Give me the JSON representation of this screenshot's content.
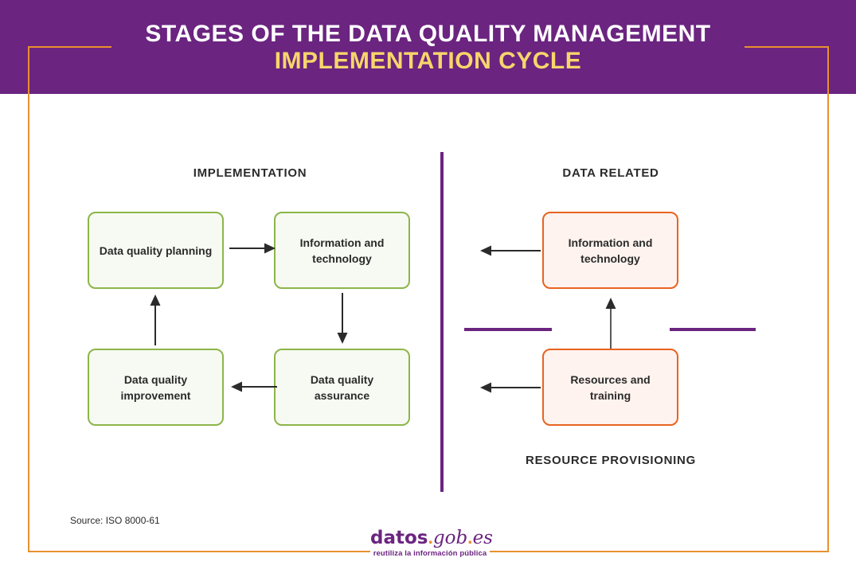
{
  "header": {
    "title_line_1": "STAGES OF THE DATA QUALITY MANAGEMENT",
    "title_line_2": "IMPLEMENTATION CYCLE",
    "band_color": "#6B2480",
    "title_line_1_color": "#FFFFFF",
    "title_line_2_color": "#F7D66A"
  },
  "frame": {
    "color": "#E8912F"
  },
  "sections": {
    "implementation_heading": "IMPLEMENTATION",
    "data_related_heading": "DATA RELATED",
    "resource_provisioning_heading": "RESOURCE PROVISIONING"
  },
  "divider": {
    "color": "#6B2480"
  },
  "boxes": {
    "green_border": "#8CB54A",
    "green_fill": "#F7FAF2",
    "orange_border": "#E8631F",
    "orange_fill": "#FEF3EE",
    "implementation": [
      {
        "id": "data-quality-planning",
        "label": "Data quality planning"
      },
      {
        "id": "information-and-technology",
        "label": "Information and technology"
      },
      {
        "id": "data-quality-improvement",
        "label": "Data quality improvement"
      },
      {
        "id": "data-quality-assurance",
        "label": "Data quality assurance"
      }
    ],
    "data_related": [
      {
        "id": "information-and-technology",
        "label": "Information and technology"
      },
      {
        "id": "resources-and-training",
        "label": "Resources and training"
      }
    ]
  },
  "arrows": {
    "color": "#2B2B2B",
    "flows": [
      {
        "from": "data-quality-planning",
        "to": "information-and-technology",
        "direction": "right"
      },
      {
        "from": "information-and-technology",
        "to": "data-quality-assurance",
        "direction": "down"
      },
      {
        "from": "data-quality-assurance",
        "to": "data-quality-improvement",
        "direction": "left"
      },
      {
        "from": "data-quality-improvement",
        "to": "data-quality-planning",
        "direction": "up"
      },
      {
        "from": "information-and-technology-right",
        "to": "implementation-section",
        "direction": "left"
      },
      {
        "from": "resources-and-training",
        "to": "implementation-section",
        "direction": "left"
      },
      {
        "from": "resources-and-training",
        "to": "information-and-technology-right",
        "direction": "up"
      }
    ]
  },
  "footer": {
    "source": "Source: ISO 8000-61",
    "logo": {
      "word_datos": "datos",
      "dot_1": ".",
      "word_gob": "gob",
      "dot_2": ".",
      "word_es": "es",
      "tagline": "reutiliza la información pública",
      "purple": "#6B2480",
      "orange": "#E8912F"
    }
  }
}
